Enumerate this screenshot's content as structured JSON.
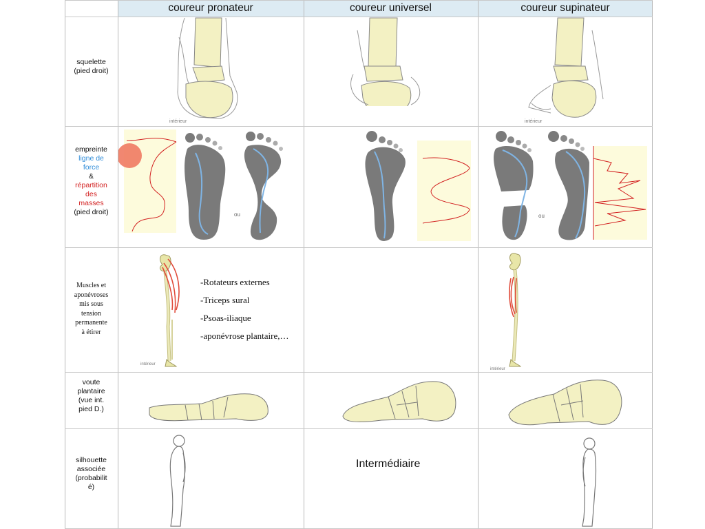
{
  "columns": [
    "coureur pronateur",
    "coureur universel",
    "coureur supinateur"
  ],
  "rows": {
    "squelette": {
      "line1": "squelette",
      "line2": "(pied droit)"
    },
    "empreinte": {
      "l1": "empreinte",
      "l2": "ligne de",
      "l3": "force",
      "l4": "&",
      "l5": "répartition",
      "l6": "des",
      "l7": "masses",
      "l8": "(pied droit)"
    },
    "muscles": {
      "l1": "Muscles et",
      "l2": "aponévroses",
      "l3": "mis sous",
      "l4": "tension",
      "l5": "permanente",
      "l6": "à étirer"
    },
    "voute": {
      "l1": "voute",
      "l2": "plantaire",
      "l3": "(vue int.",
      "l4": "pied D.)"
    },
    "silhouette": {
      "l1": "silhouette",
      "l2": "associée",
      "l3": "(probabilit",
      "l4": "é)"
    }
  },
  "muscle_list": [
    "-Rotateurs externes",
    "-Triceps sural",
    "-Psoas-iliaque",
    "-aponévrose plantaire,…"
  ],
  "intermediaire": "Intermédiaire",
  "captions": {
    "interieur": "intérieur",
    "ou": "ou"
  },
  "colors": {
    "header_bg": "#ddebf3",
    "bone": "#f3f1c3",
    "force_line": "#2e8bd8",
    "mass_curve": "#d21f1f",
    "muscle": "#e04b3a"
  }
}
